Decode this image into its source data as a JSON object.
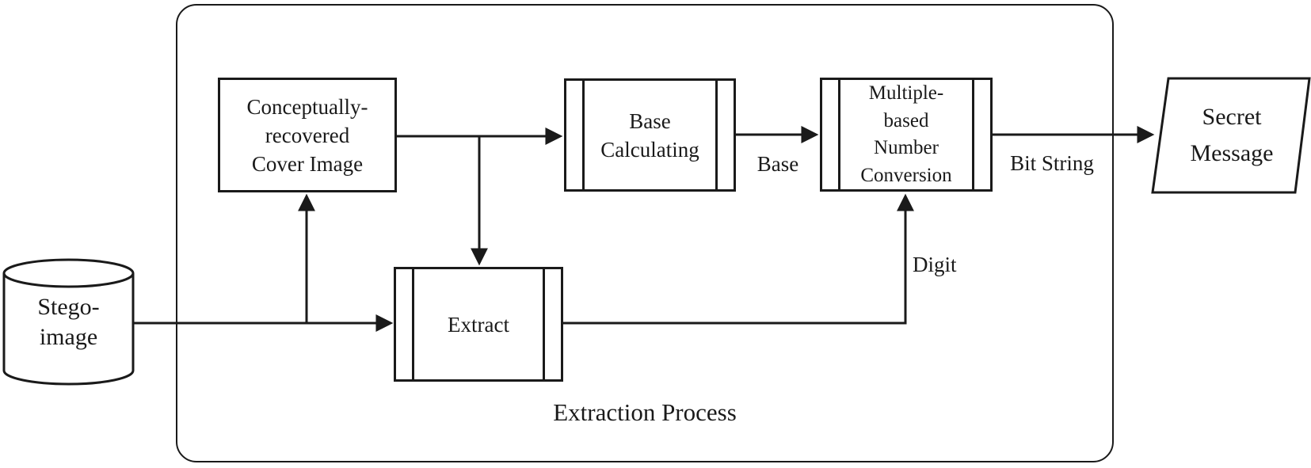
{
  "diagram": {
    "group": {
      "label": "Extraction Process"
    },
    "nodes": [
      {
        "id": "stego-image",
        "shape": "cylinder",
        "lines": [
          "Stego-",
          "image"
        ]
      },
      {
        "id": "cover-image",
        "shape": "rectangle",
        "lines": [
          "Conceptually-",
          "recovered",
          "Cover Image"
        ]
      },
      {
        "id": "base-calculating",
        "shape": "predefined-process",
        "lines": [
          "Base",
          "Calculating"
        ]
      },
      {
        "id": "multiple-based-number-conversion",
        "shape": "predefined-process",
        "lines": [
          "Multiple-",
          "based",
          "Number",
          "Conversion"
        ]
      },
      {
        "id": "extract",
        "shape": "predefined-process",
        "lines": [
          "Extract"
        ]
      },
      {
        "id": "secret-message",
        "shape": "parallelogram",
        "lines": [
          "Secret",
          "Message"
        ]
      }
    ],
    "edges": [
      {
        "from": "stego-image",
        "to": "extract",
        "label": ""
      },
      {
        "from": "stego-image",
        "to": "cover-image",
        "label": ""
      },
      {
        "from": "cover-image",
        "to": "base-calculating",
        "label": ""
      },
      {
        "from": "cover-image",
        "to": "extract",
        "label": ""
      },
      {
        "from": "base-calculating",
        "to": "multiple-based-number-conversion",
        "label": "Base"
      },
      {
        "from": "extract",
        "to": "multiple-based-number-conversion",
        "label": "Digit"
      },
      {
        "from": "multiple-based-number-conversion",
        "to": "secret-message",
        "label": "Bit String"
      }
    ],
    "colors": {
      "line": "#1a1a1a",
      "fill": "#ffffff"
    }
  }
}
